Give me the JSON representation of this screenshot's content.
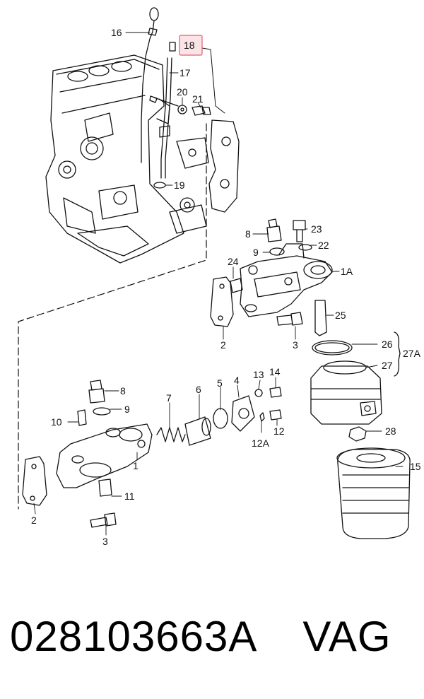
{
  "diagram": {
    "callouts": {
      "c16": "16",
      "c18": "18",
      "c17": "17",
      "c20": "20",
      "c21": "21",
      "c19": "19",
      "c8a": "8",
      "c23": "23",
      "c9a": "9",
      "c22": "22",
      "c24": "24",
      "c1A": "1A",
      "c25": "25",
      "c2a": "2",
      "c3a": "3",
      "c26": "26",
      "c27A": "27A",
      "c27": "27",
      "c8b": "8",
      "c9b": "9",
      "c10": "10",
      "c7": "7",
      "c6": "6",
      "c5": "5",
      "c4": "4",
      "c13": "13",
      "c14": "14",
      "c12": "12",
      "c12A": "12A",
      "c28": "28",
      "c15": "15",
      "c1": "1",
      "c11": "11",
      "c2b": "2",
      "c3b": "3"
    },
    "highlight_color": "#e06070"
  },
  "caption": {
    "part_number": "028103663A",
    "brand": "VAG"
  }
}
